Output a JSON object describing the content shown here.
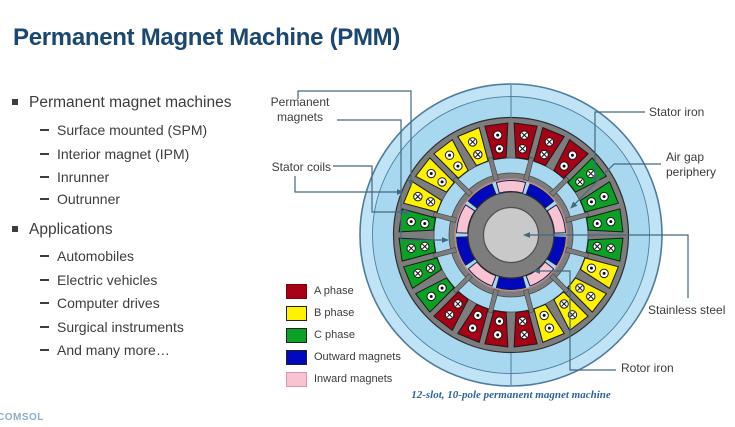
{
  "slide": {
    "title": "Permanent Magnet Machine (PMM)"
  },
  "outline": {
    "sections": [
      {
        "label": "Permanent magnet machines",
        "items": [
          "Surface mounted (SPM)",
          "Interior magnet (IPM)",
          "Inrunner",
          "Outrunner"
        ]
      },
      {
        "label": "Applications",
        "items": [
          "Automobiles",
          "Electric vehicles",
          "Computer drives",
          "Surgical instruments",
          "And many more…"
        ]
      }
    ]
  },
  "diagram": {
    "caption": "12-slot, 10-pole permanent magnet machine",
    "labels": {
      "permanent_magnets": [
        "Permanent",
        "magnets"
      ],
      "stator_coils": "Stator coils",
      "stator_iron": "Stator iron",
      "air_gap": [
        "Air gap",
        "periphery"
      ],
      "stainless_steel": "Stainless steel",
      "rotor_iron": "Rotor iron"
    },
    "legend": [
      {
        "label": "A phase",
        "color": "#a60115"
      },
      {
        "label": "B phase",
        "color": "#fef200"
      },
      {
        "label": "C phase",
        "color": "#0ba125"
      },
      {
        "label": "Outward magnets",
        "color": "#0008bd"
      },
      {
        "label": "Inward magnets",
        "color": "#f9c4d2"
      }
    ],
    "phase_colors": {
      "A": "#a60115",
      "B": "#fef200",
      "C": "#0ba125"
    },
    "magnet_colors": {
      "outward": "#0008bd",
      "inward": "#f9c4d2"
    },
    "structure_colors": {
      "outer_ring": "#c0e4f6",
      "inner_ring": "#a7d8ef",
      "stator_iron": "#7d7d7d",
      "rotor_iron": "#7d7d7d",
      "shaft": "#c9c9c9",
      "air_gap_line": "#bd7f73",
      "callout": "#44697d"
    },
    "winding_pairs": [
      {
        "deg": 15,
        "sides": [
          {
            "phase": "A",
            "dir": "in"
          },
          {
            "phase": "A",
            "dir": "in"
          }
        ]
      },
      {
        "deg": 45,
        "sides": [
          {
            "phase": "A",
            "dir": "out"
          },
          {
            "phase": "C",
            "dir": "in"
          }
        ]
      },
      {
        "deg": 75,
        "sides": [
          {
            "phase": "C",
            "dir": "out"
          },
          {
            "phase": "C",
            "dir": "out"
          }
        ]
      },
      {
        "deg": 105,
        "sides": [
          {
            "phase": "C",
            "dir": "in"
          },
          {
            "phase": "B",
            "dir": "out"
          }
        ]
      },
      {
        "deg": 135,
        "sides": [
          {
            "phase": "B",
            "dir": "in"
          },
          {
            "phase": "B",
            "dir": "in"
          }
        ]
      },
      {
        "deg": 165,
        "sides": [
          {
            "phase": "B",
            "dir": "out"
          },
          {
            "phase": "A",
            "dir": "in"
          }
        ]
      },
      {
        "deg": 195,
        "sides": [
          {
            "phase": "A",
            "dir": "out"
          },
          {
            "phase": "A",
            "dir": "out"
          }
        ]
      },
      {
        "deg": 225,
        "sides": [
          {
            "phase": "A",
            "dir": "in"
          },
          {
            "phase": "C",
            "dir": "out"
          }
        ]
      },
      {
        "deg": 255,
        "sides": [
          {
            "phase": "C",
            "dir": "in"
          },
          {
            "phase": "C",
            "dir": "in"
          }
        ]
      },
      {
        "deg": 285,
        "sides": [
          {
            "phase": "C",
            "dir": "out"
          },
          {
            "phase": "B",
            "dir": "in"
          }
        ]
      },
      {
        "deg": 315,
        "sides": [
          {
            "phase": "B",
            "dir": "out"
          },
          {
            "phase": "B",
            "dir": "out"
          }
        ]
      },
      {
        "deg": 345,
        "sides": [
          {
            "phase": "B",
            "dir": "in"
          },
          {
            "phase": "A",
            "dir": "out"
          }
        ]
      }
    ],
    "magnets": {
      "count": 10,
      "first_pole": "inward",
      "alternating": true
    }
  },
  "footer": {
    "logo": "COMSOL"
  }
}
